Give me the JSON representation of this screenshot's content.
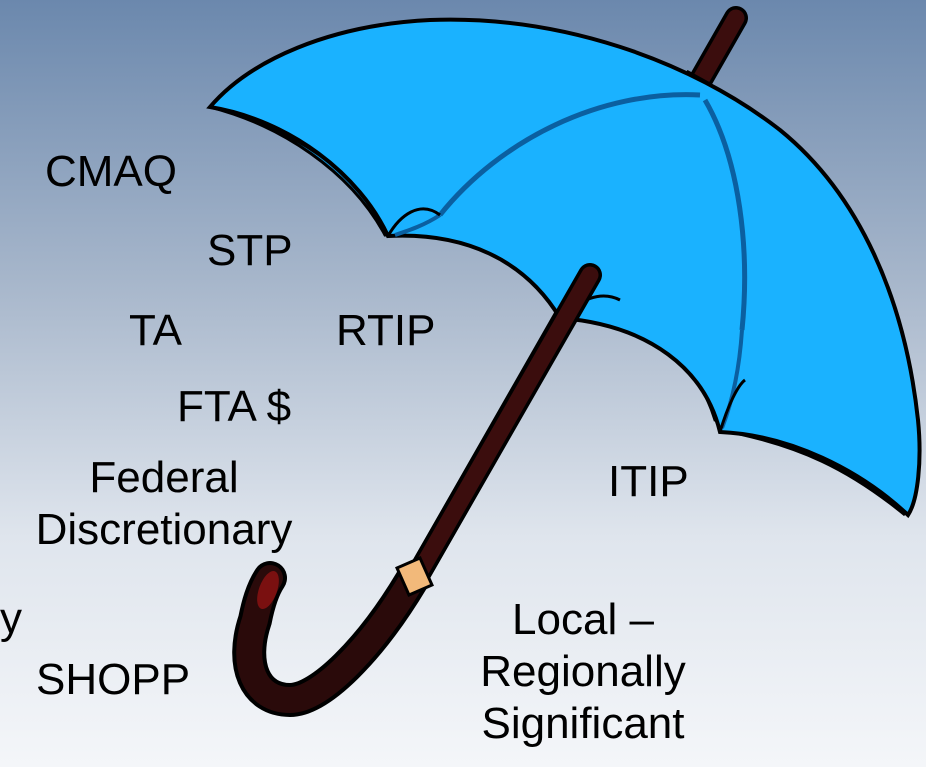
{
  "labels": {
    "cmaq": "CMAQ",
    "stp": "STP",
    "ta": "TA",
    "rtip": "RTIP",
    "fta": "FTA $",
    "federal": "Federal",
    "discretionary": "Discretionary",
    "y": "y",
    "shopp": "SHOPP",
    "itip": "ITIP",
    "local": "Local –",
    "regionally": "Regionally",
    "significant": "Significant"
  },
  "colors": {
    "canopy": "#1ab2ff",
    "canopy_shade": "#0e94dc",
    "handle": "#2a0a0a",
    "band": "#f2b97a"
  },
  "icons": [
    "umbrella-icon"
  ]
}
